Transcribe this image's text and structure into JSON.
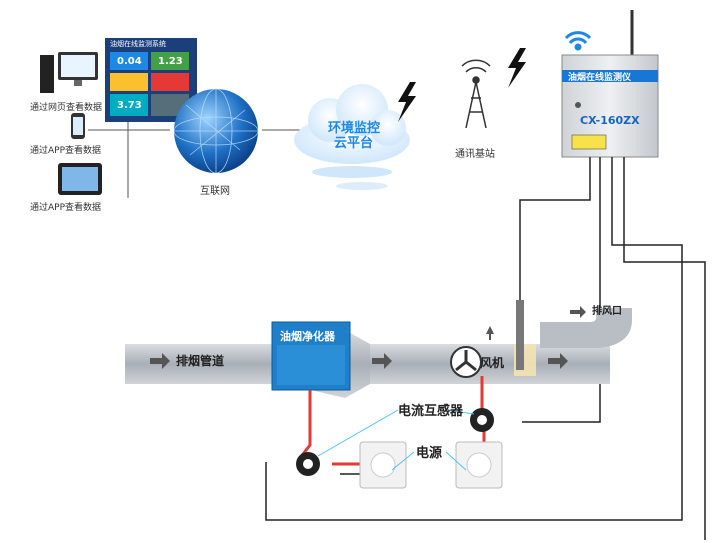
{
  "top": {
    "screen_title": "油烟在线监测系统",
    "screen_values": [
      "0.04",
      "1.23",
      "3.73"
    ],
    "views": [
      "通过网页查看数据",
      "通过APP查看数据",
      "通过APP查看数据"
    ],
    "internet_label": "互联网",
    "cloud_label_line1": "环境监控",
    "cloud_label_line2": "云平台",
    "base_station_label": "通讯基站"
  },
  "monitor": {
    "name": "油烟在线监测仪",
    "model": "CX-160ZX"
  },
  "bottom": {
    "duct_label": "排烟管道",
    "purifier_label": "油烟净化器",
    "fan_label": "风机",
    "exhaust_label": "排风口",
    "ct_label": "电流互感器",
    "power_label": "电源"
  },
  "colors": {
    "duct": "#b9bec4",
    "purifier": "#1f7fc9",
    "wire_red": "#e53935",
    "wire_black": "#222222",
    "cloud_text": "#1e88e5",
    "monitor_text": "#1565c0"
  }
}
